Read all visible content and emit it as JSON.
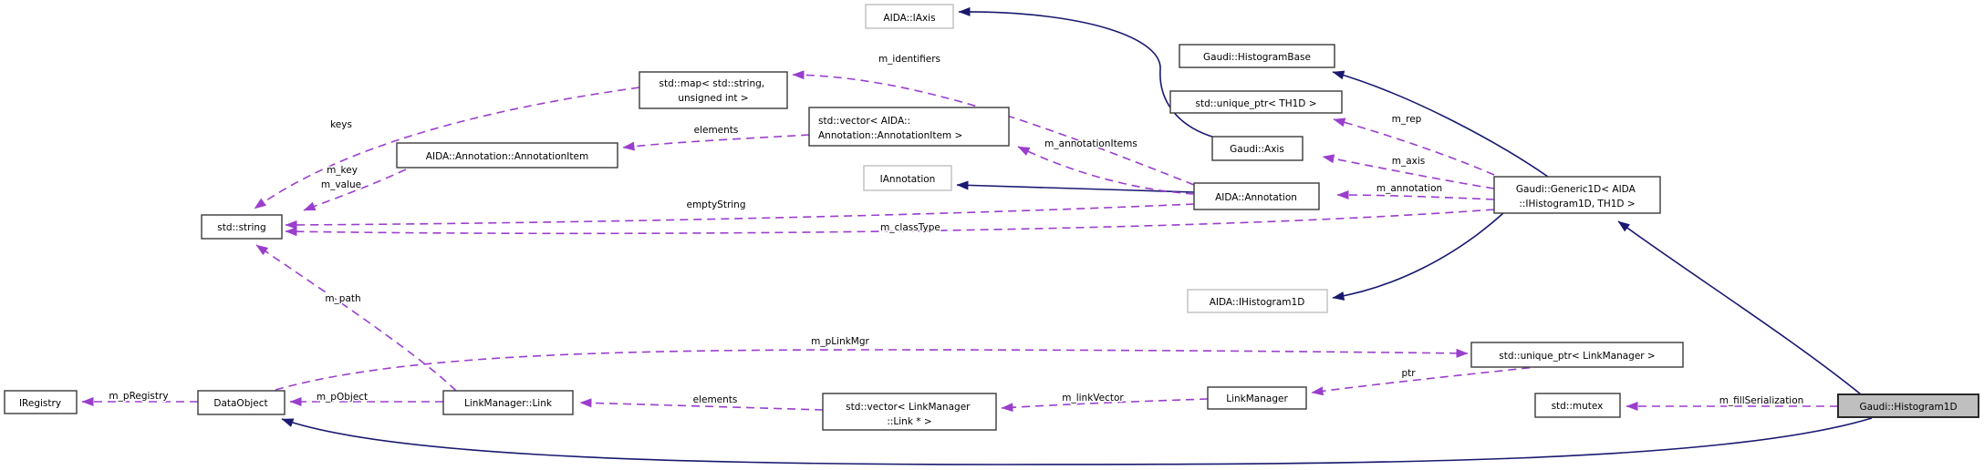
{
  "diagram": {
    "kind": "doxygen-collaboration-graph",
    "colors": {
      "usage_edge": "#9a3ecd",
      "inheritance_edge": "#191970",
      "node_fill": "#ffffff",
      "main_node_fill": "#bfbfbf",
      "node_border": "#3a3a3a",
      "external_node_border": "#bfbfbf",
      "text": "#000000"
    },
    "nodes": [
      {
        "id": "aida-iaxis",
        "lines": [
          "AIDA::IAxis"
        ],
        "type": "external"
      },
      {
        "id": "std-map",
        "lines": [
          "std::map< std::string,",
          "unsigned int >"
        ],
        "type": "class"
      },
      {
        "id": "gaudi-histogrambase",
        "lines": [
          "Gaudi::HistogramBase"
        ],
        "type": "class"
      },
      {
        "id": "std-unique-ptr-th1d",
        "lines": [
          "std::unique_ptr< TH1D >"
        ],
        "type": "class"
      },
      {
        "id": "std-vector-annotationitem",
        "lines": [
          "std::vector< AIDA::",
          "Annotation::AnnotationItem >"
        ],
        "type": "class"
      },
      {
        "id": "gaudi-axis",
        "lines": [
          "Gaudi::Axis"
        ],
        "type": "class"
      },
      {
        "id": "aida-annotation-annotationitem",
        "lines": [
          "AIDA::Annotation::AnnotationItem"
        ],
        "type": "class"
      },
      {
        "id": "iannotation",
        "lines": [
          "IAnnotation"
        ],
        "type": "external"
      },
      {
        "id": "aida-annotation",
        "lines": [
          "AIDA::Annotation"
        ],
        "type": "class"
      },
      {
        "id": "gaudi-generic1d",
        "lines": [
          "Gaudi::Generic1D< AIDA",
          "::IHistogram1D, TH1D >"
        ],
        "type": "class"
      },
      {
        "id": "std-string",
        "lines": [
          "std::string"
        ],
        "type": "class"
      },
      {
        "id": "aida-ihistogram1d",
        "lines": [
          "AIDA::IHistogram1D"
        ],
        "type": "external"
      },
      {
        "id": "std-unique-ptr-linkmanager",
        "lines": [
          "std::unique_ptr< LinkManager >"
        ],
        "type": "class"
      },
      {
        "id": "iregistry",
        "lines": [
          "IRegistry"
        ],
        "type": "class"
      },
      {
        "id": "dataobject",
        "lines": [
          "DataObject"
        ],
        "type": "class"
      },
      {
        "id": "linkmanager-link",
        "lines": [
          "LinkManager::Link"
        ],
        "type": "class"
      },
      {
        "id": "std-vector-link",
        "lines": [
          "std::vector< LinkManager",
          "::Link * >"
        ],
        "type": "class"
      },
      {
        "id": "linkmanager",
        "lines": [
          "LinkManager"
        ],
        "type": "class"
      },
      {
        "id": "std-mutex",
        "lines": [
          "std::mutex"
        ],
        "type": "class"
      },
      {
        "id": "gaudi-histogram1d",
        "lines": [
          "Gaudi::Histogram1D"
        ],
        "type": "main"
      }
    ],
    "edges": [
      {
        "label": "m_identifiers",
        "from": "aida-annotation",
        "to": "std-map",
        "kind": "usage"
      },
      {
        "label": "keys",
        "from": "std-map",
        "to": "std-string",
        "kind": "usage"
      },
      {
        "label": "elements",
        "from": "std-vector-annotationitem",
        "to": "aida-annotation-annotationitem",
        "kind": "usage"
      },
      {
        "label": "m_annotationItems",
        "from": "aida-annotation",
        "to": "std-vector-annotationitem",
        "kind": "usage"
      },
      {
        "label_lines": [
          "m_key",
          "m_value"
        ],
        "from": "aida-annotation-annotationitem",
        "to": "std-string",
        "kind": "usage"
      },
      {
        "label": "emptyString",
        "from": "aida-annotation",
        "to": "std-string",
        "kind": "usage"
      },
      {
        "label": "m_classType",
        "from": "gaudi-generic1d",
        "to": "std-string",
        "kind": "usage"
      },
      {
        "label": "m_rep",
        "from": "gaudi-generic1d",
        "to": "std-unique-ptr-th1d",
        "kind": "usage"
      },
      {
        "label": "m_axis",
        "from": "gaudi-generic1d",
        "to": "gaudi-axis",
        "kind": "usage"
      },
      {
        "label": "m_annotation",
        "from": "gaudi-generic1d",
        "to": "aida-annotation",
        "kind": "usage"
      },
      {
        "label": "m_path",
        "from": "linkmanager-link",
        "to": "std-string",
        "kind": "usage"
      },
      {
        "label": "m_pLinkMgr",
        "from": "dataobject",
        "to": "std-unique-ptr-linkmanager",
        "kind": "usage"
      },
      {
        "label": "ptr",
        "from": "std-unique-ptr-linkmanager",
        "to": "linkmanager",
        "kind": "usage"
      },
      {
        "label": "m_linkVector",
        "from": "linkmanager",
        "to": "std-vector-link",
        "kind": "usage"
      },
      {
        "label": "elements",
        "from": "std-vector-link",
        "to": "linkmanager-link",
        "kind": "usage"
      },
      {
        "label": "m_pObject",
        "from": "linkmanager-link",
        "to": "dataobject",
        "kind": "usage"
      },
      {
        "label": "m_pRegistry",
        "from": "dataobject",
        "to": "iregistry",
        "kind": "usage"
      },
      {
        "label": "m_fillSerialization",
        "from": "gaudi-histogram1d",
        "to": "std-mutex",
        "kind": "usage"
      }
    ],
    "inheritance_edges": [
      {
        "from": "gaudi-axis",
        "to": "aida-iaxis"
      },
      {
        "from": "aida-annotation",
        "to": "iannotation"
      },
      {
        "from": "gaudi-generic1d",
        "to": "gaudi-histogrambase"
      },
      {
        "from": "gaudi-generic1d",
        "to": "aida-ihistogram1d"
      },
      {
        "from": "gaudi-histogram1d",
        "to": "gaudi-generic1d"
      },
      {
        "from": "gaudi-histogram1d",
        "to": "dataobject"
      }
    ]
  }
}
